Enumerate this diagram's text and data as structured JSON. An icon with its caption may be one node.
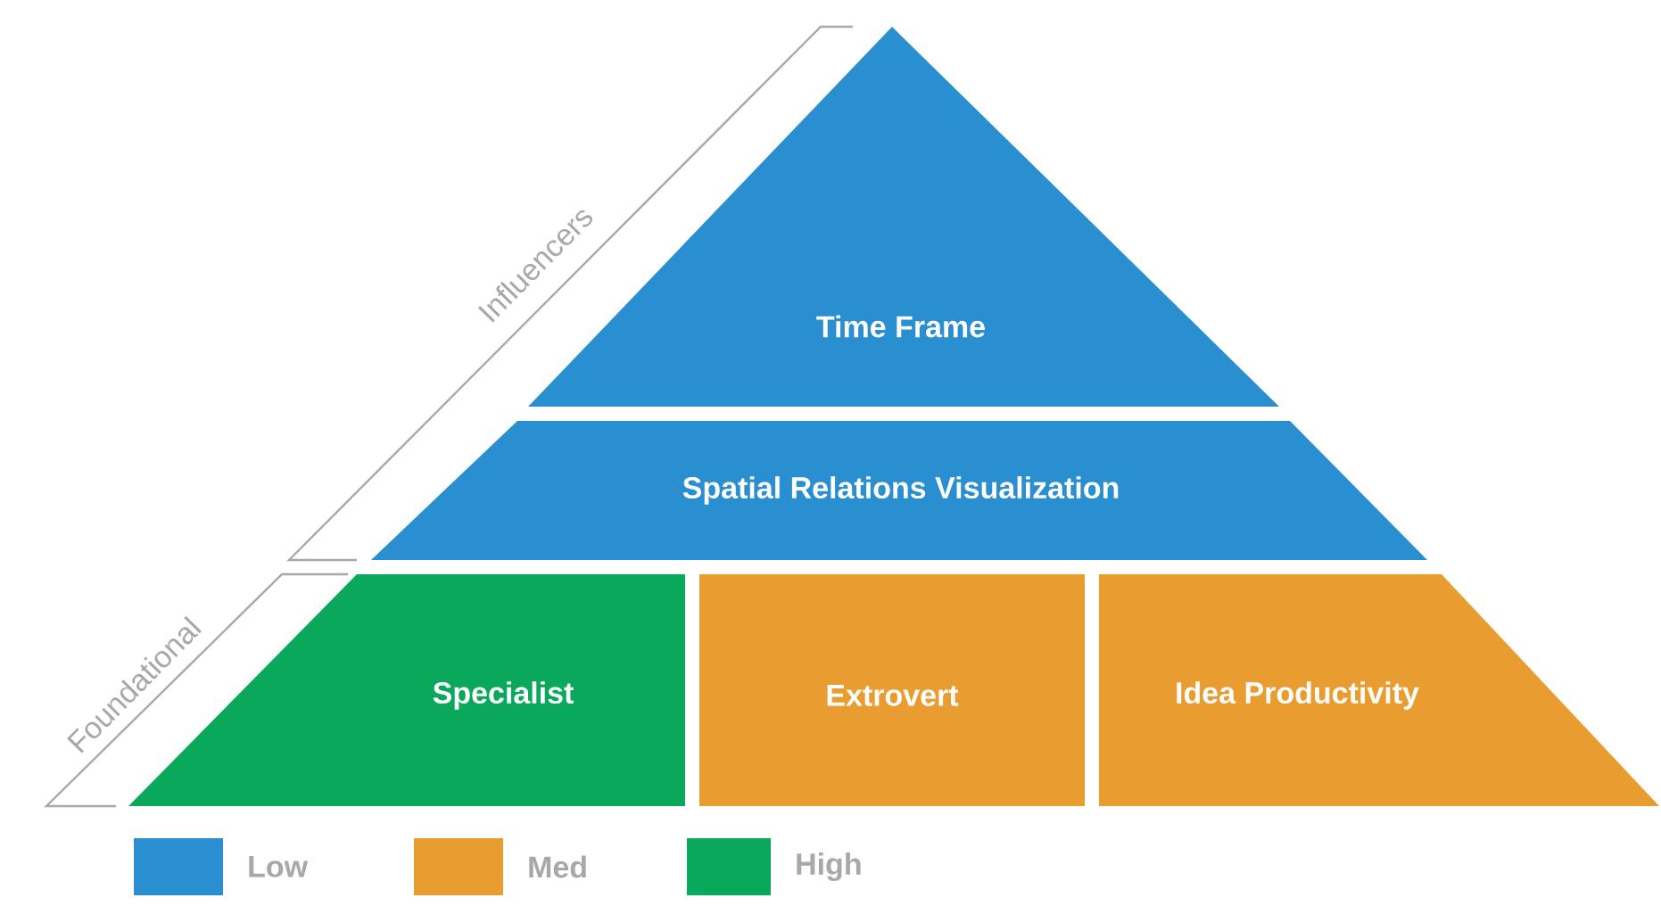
{
  "diagram": {
    "nodes": [
      {
        "text": [
          "Time Frame"
        ]
      },
      {
        "text": [
          "Spatial Relations Visualization"
        ]
      },
      {
        "text": [
          "Specialist"
        ]
      },
      {
        "text": [
          "Extrovert"
        ]
      },
      {
        "text": [
          "Idea Productivity"
        ]
      }
    ],
    "labels": [
      "Influencers",
      "Foundational"
    ],
    "legend": [
      {
        "text": "Low",
        "color": "#2a8fd0"
      },
      {
        "text": "Med",
        "color": "#e99d30"
      },
      {
        "text": "High",
        "color": "#0aa85a"
      }
    ]
  }
}
